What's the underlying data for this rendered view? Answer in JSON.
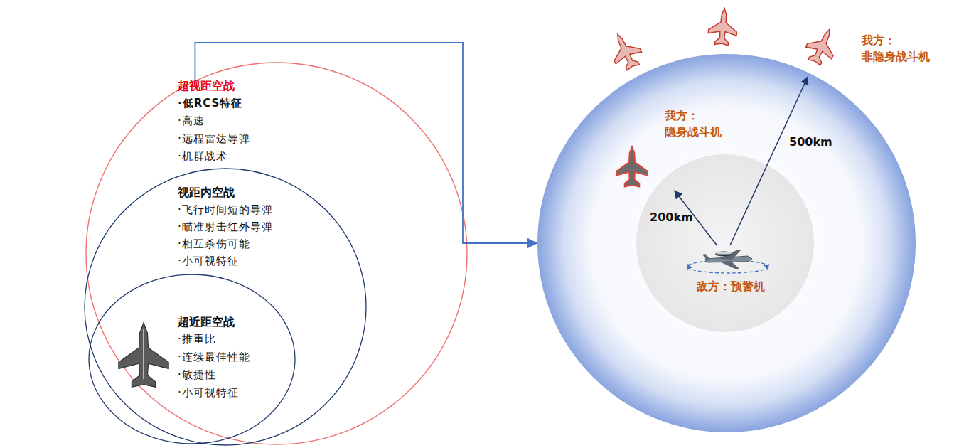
{
  "diagram": {
    "nodes": [
      {
        "text": [
          "超视距空战",
          "·低RCS特征",
          "·高速",
          "·远程雷达导弹",
          "·机群战术"
        ]
      },
      {
        "text": [
          "视距内空战",
          "·飞行时间短的导弹",
          "·瞄准射击红外导弹",
          "·相互杀伤可能",
          "·小可视特征"
        ],
        "in": 0
      },
      {
        "text": [
          "超近距空战",
          "·推重比",
          "·连续最佳性能",
          "·敏捷性",
          "·小可视特征"
        ],
        "in": 1
      },
      {
        "text": []
      },
      {
        "text": [
          "敌方：预警机"
        ],
        "in": 3
      },
      {
        "text": [
          "我方： 隐身战斗机"
        ],
        "in": 3
      },
      {
        "text": [
          "我方： 非隐身战斗机"
        ]
      }
    ],
    "edges": [
      {
        "from": 0,
        "to": 3,
        "arrow": "to"
      },
      {
        "from": 4,
        "to": 5,
        "label": "200km",
        "arrow": "to"
      },
      {
        "from": 4,
        "to": 6,
        "label": "500km",
        "arrow": "to"
      }
    ]
  }
}
